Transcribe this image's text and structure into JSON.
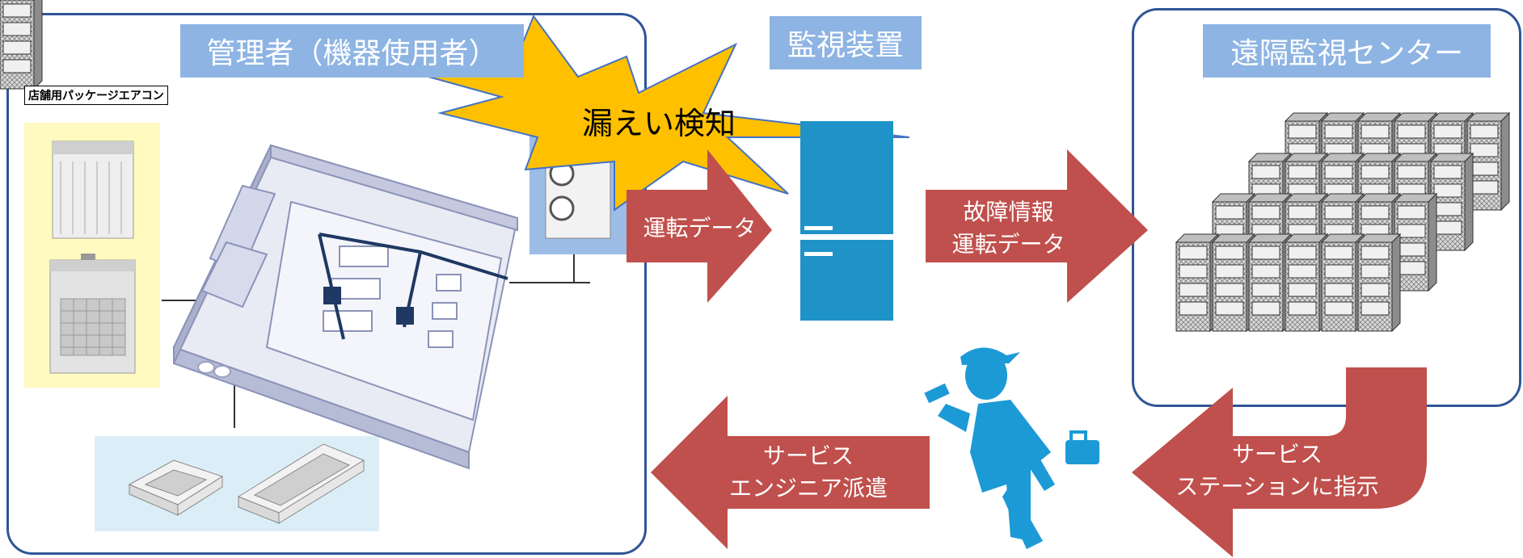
{
  "top_caption": "",
  "panels": {
    "admin": {
      "title": "管理者（機器使用者）",
      "unit_label": "店舗用パッケージエアコン"
    },
    "monitor": {
      "title": "監視装置"
    },
    "remote": {
      "title": "遠隔監視センター"
    }
  },
  "burst": {
    "text": "漏えい検知"
  },
  "arrows": {
    "to_monitor": {
      "lines": [
        "運転データ"
      ]
    },
    "to_center": {
      "lines": [
        "故障情報",
        "運転データ"
      ]
    },
    "to_station": {
      "lines": [
        "サービス",
        "ステーションに指示"
      ]
    },
    "to_admin": {
      "lines": [
        "サービス",
        "エンジニア派遣"
      ]
    }
  },
  "colors": {
    "panel_border": "#2f5597",
    "label_fill": "#8eb4e3",
    "arrow_fill": "#c0504d",
    "burst_fill": "#ffc000",
    "device_fill": "#1f93c8",
    "engineer_fill": "#1c9ad6"
  },
  "icons": [
    "engineer-icon",
    "server-rack-icon",
    "monitoring-device-icon",
    "store-floorplan-icon",
    "air-conditioner-icon",
    "ceiling-cassette-icon"
  ]
}
